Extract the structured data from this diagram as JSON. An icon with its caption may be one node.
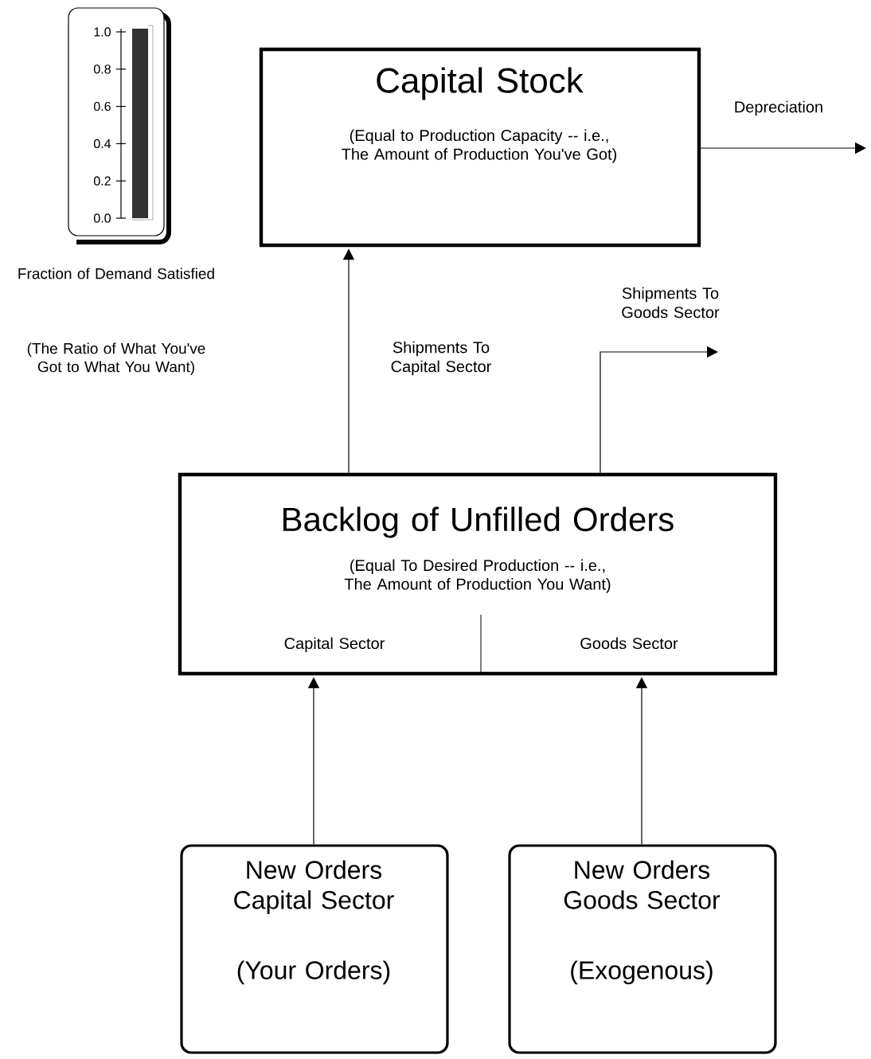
{
  "diagram": {
    "nodes": [
      {
        "text": [
          "Capital Stock",
          "(Equal to Production Capacity -- i.e., The Amount of Production You've Got)"
        ]
      },
      {
        "text": [
          "Backlog of Unfilled Orders",
          "(Equal To Desired Production -- i.e., The Amount of Production You Want)",
          "Capital Sector",
          "Goods Sector"
        ]
      },
      {
        "text": [
          "New Orders Capital Sector",
          "(Your Orders)"
        ]
      },
      {
        "text": [
          "New Orders Goods Sector",
          "(Exogenous)"
        ]
      }
    ],
    "edges": [
      {
        "from": 0,
        "to": null,
        "arrow": "to",
        "label": "Depreciation"
      },
      {
        "from": 1,
        "to": 0,
        "arrow": "to",
        "label": "Shipments To Capital Sector"
      },
      {
        "from": 1,
        "to": null,
        "arrow": "to",
        "label": "Shipments To Goods Sector"
      },
      {
        "from": 2,
        "to": 1,
        "arrow": "to"
      },
      {
        "from": 3,
        "to": 1,
        "arrow": "to"
      }
    ],
    "labels": [
      "1.0",
      "0.8",
      "0.6",
      "0.4",
      "0.2",
      "0.0",
      "Fraction of Demand Satisfied",
      "(The Ratio of What You've Got to What You Want)"
    ]
  }
}
